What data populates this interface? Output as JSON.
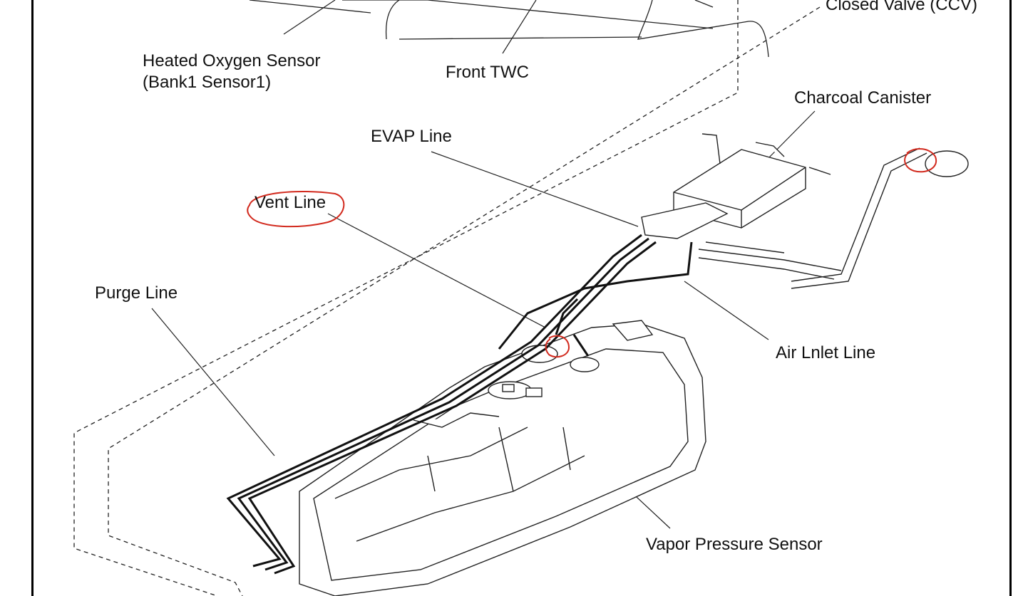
{
  "labels": {
    "ccv": "Closed Valve (CCV)",
    "heated_oxygen_sensor_line1": "Heated Oxygen Sensor",
    "heated_oxygen_sensor_line2": "(Bank1 Sensor1)",
    "front_twc": "Front TWC",
    "charcoal_canister": "Charcoal Canister",
    "evap_line": "EVAP Line",
    "vent_line": "Vent Line",
    "purge_line": "Purge Line",
    "air_inlet_line": "Air Lnlet Line",
    "vapor_pressure_sensor": "Vapor Pressure Sensor"
  },
  "annotation_color": "#d22a1e",
  "line_color": "#111111"
}
